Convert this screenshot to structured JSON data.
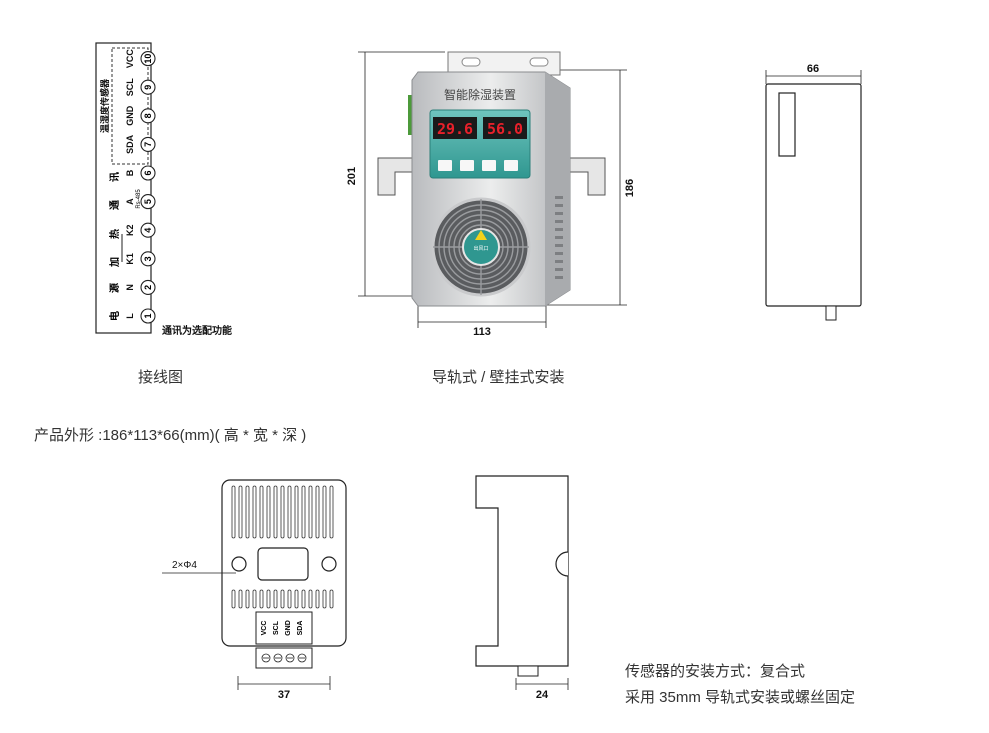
{
  "wiring": {
    "caption": "接线图",
    "note": "通讯为选配功能",
    "sensor_group": "温湿度传感器",
    "rs485_tag": "Rs-485",
    "terminals": [
      {
        "num": "1",
        "label": "L"
      },
      {
        "num": "2",
        "label": "N"
      },
      {
        "num": "3",
        "label": "K1"
      },
      {
        "num": "4",
        "label": "K2"
      },
      {
        "num": "5",
        "label": "A"
      },
      {
        "num": "6",
        "label": "B"
      },
      {
        "num": "7",
        "label": "SDA"
      },
      {
        "num": "8",
        "label": "GND"
      },
      {
        "num": "9",
        "label": "SCL"
      },
      {
        "num": "10",
        "label": "VCC"
      }
    ],
    "group_labels": [
      "电",
      "源",
      "加",
      "热",
      "通",
      "讯"
    ]
  },
  "device": {
    "caption": "导轨式 / 壁挂式安装",
    "brand": "智能除湿装置",
    "display_left": "29.6",
    "display_right": "56.0",
    "warning_text": "出风口",
    "dim_height_outer": "201",
    "dim_height_inner": "186",
    "dim_width": "113"
  },
  "side_view": {
    "dim_depth": "66"
  },
  "spec_line": "产品外形 :186*113*66(mm)( 高 * 宽 * 深 )",
  "sensor": {
    "hole_label": "2×Φ4",
    "pins": [
      "VCC",
      "SCL",
      "GND",
      "SDA"
    ],
    "dim_width": "37",
    "rail_dim": "24",
    "install_note_1": "传感器的安装方式：复合式",
    "install_note_2": "采用 35mm 导轨式安装或螺丝固定"
  },
  "colors": {
    "display_red": "#e8202a",
    "panel_teal": "#3aa6a0",
    "body_silver": "#d9dadc"
  }
}
